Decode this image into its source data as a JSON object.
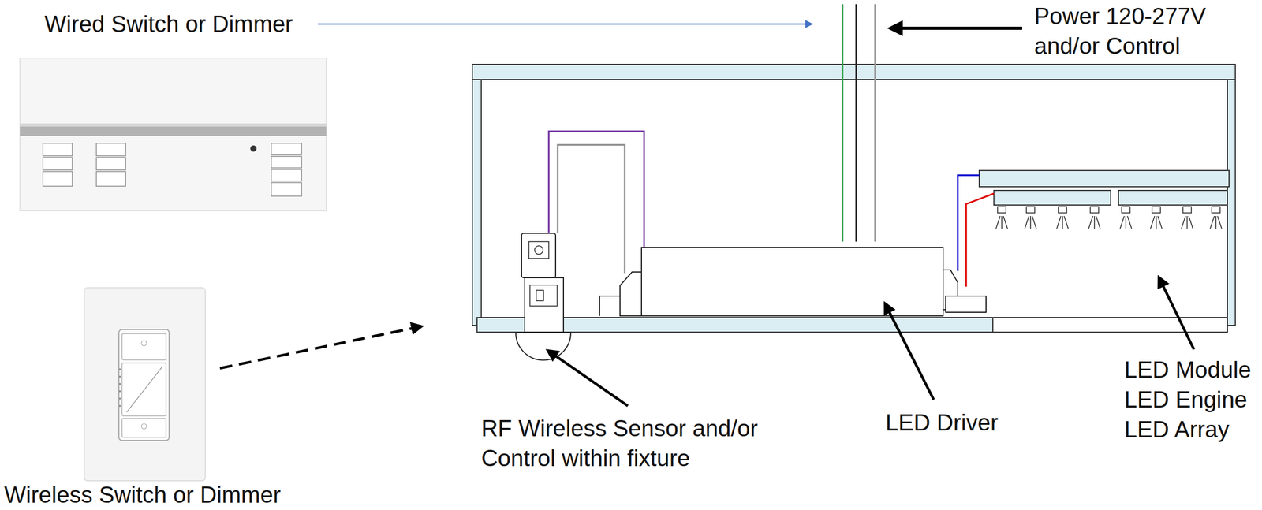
{
  "diagram": {
    "labels": [
      "Wired Switch or Dimmer",
      "Power 120-277V and/or Control",
      "RF Wireless Sensor and/or Control within fixture",
      "LED Driver",
      "LED Module LED Engine LED Array",
      "Wireless Switch or Dimmer"
    ]
  }
}
